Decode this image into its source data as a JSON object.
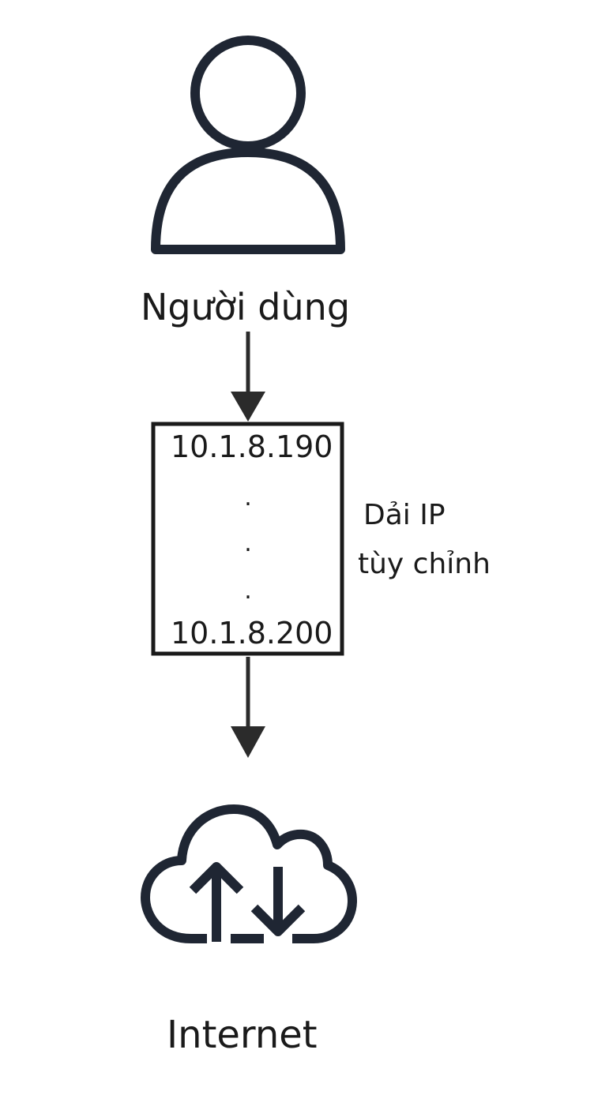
{
  "diagram": {
    "user_node": {
      "icon": "person-icon",
      "label": "Người dùng"
    },
    "ip_range_box": {
      "first_ip": "10.1.8.190",
      "last_ip": "10.1.8.200",
      "ellipsis": [
        ".",
        ".",
        "."
      ]
    },
    "range_annotation": {
      "line1": "Dải IP",
      "line2": "tùy chỉnh"
    },
    "internet_node": {
      "icon": "cloud-upload-download-icon",
      "label": "Internet"
    },
    "stroke_color": "#1f2633",
    "text_color": "#1a1a1a"
  }
}
